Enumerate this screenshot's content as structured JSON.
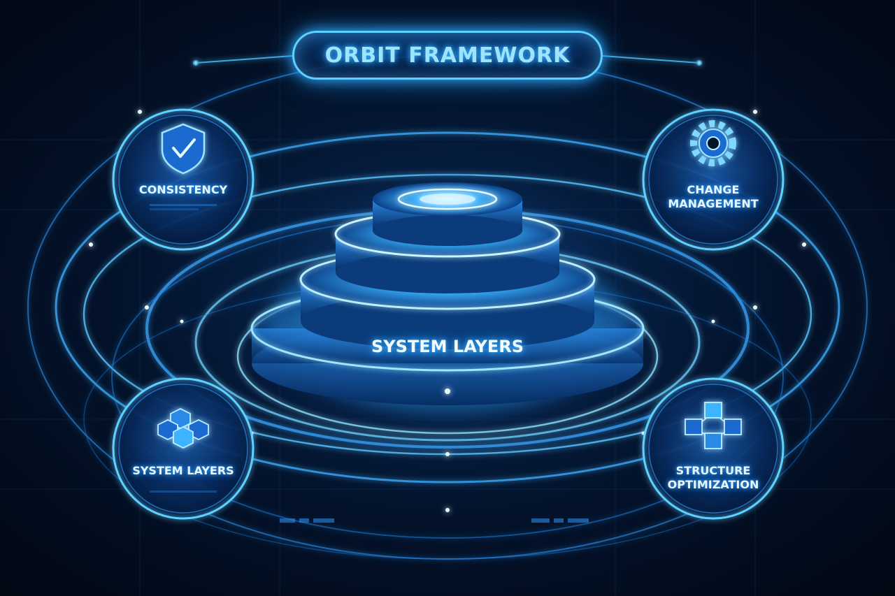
{
  "title": "ORBIT FRAMEWORK",
  "center": {
    "label": "SYSTEM LAYERS",
    "icon": "stacked-disc-layers-icon"
  },
  "nodes": {
    "top_left": {
      "label": "CONSISTENCY",
      "icon": "shield-check-icon"
    },
    "top_right": {
      "label_line1": "CHANGE",
      "label_line2": "MANAGEMENT",
      "icon": "gear-icon"
    },
    "bottom_left": {
      "label": "SYSTEM LAYERS",
      "icon": "cubes-icon"
    },
    "bottom_right": {
      "label_line1": "STRUCTURE",
      "label_line2": "OPTIMIZATION",
      "icon": "network-cubes-icon"
    }
  },
  "colors": {
    "background": "#020814",
    "glow": "#2aa8ff",
    "accent": "#5fd0ff",
    "text": "#eaf6ff"
  }
}
